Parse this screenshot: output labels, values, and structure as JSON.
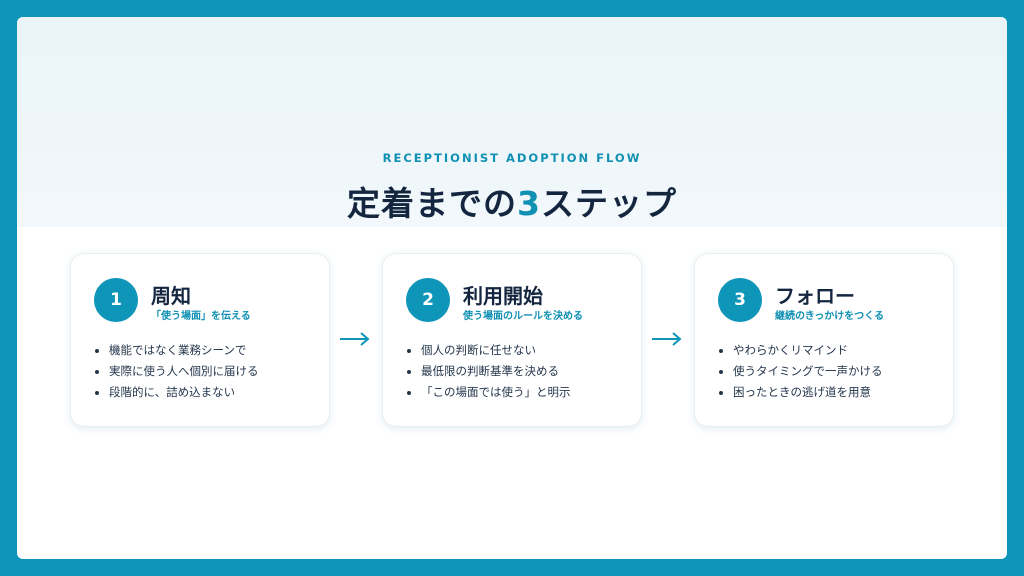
{
  "header": {
    "eyebrow": "RECEPTIONIST ADOPTION FLOW",
    "title_prefix": "定着までの",
    "title_number": "3",
    "title_suffix": "ステップ"
  },
  "steps": [
    {
      "number": "1",
      "title": "周知",
      "subtitle": "「使う場面」を伝える",
      "bullets": [
        "機能ではなく業務シーンで",
        "実際に使う人へ個別に届ける",
        "段階的に、詰め込まない"
      ]
    },
    {
      "number": "2",
      "title": "利用開始",
      "subtitle": "使う場面のルールを決める",
      "bullets": [
        "個人の判断に任せない",
        "最低限の判断基準を決める",
        "「この場面では使う」と明示"
      ]
    },
    {
      "number": "3",
      "title": "フォロー",
      "subtitle": "継続のきっかけをつくる",
      "bullets": [
        "やわらかくリマインド",
        "使うタイミングで一声かける",
        "困ったときの逃げ道を用意"
      ]
    }
  ],
  "colors": {
    "accent": "#0e95b8",
    "title_text": "#14263f",
    "background_border": "#0e95b8"
  },
  "icons": {
    "connector": "arrow-right-icon"
  }
}
